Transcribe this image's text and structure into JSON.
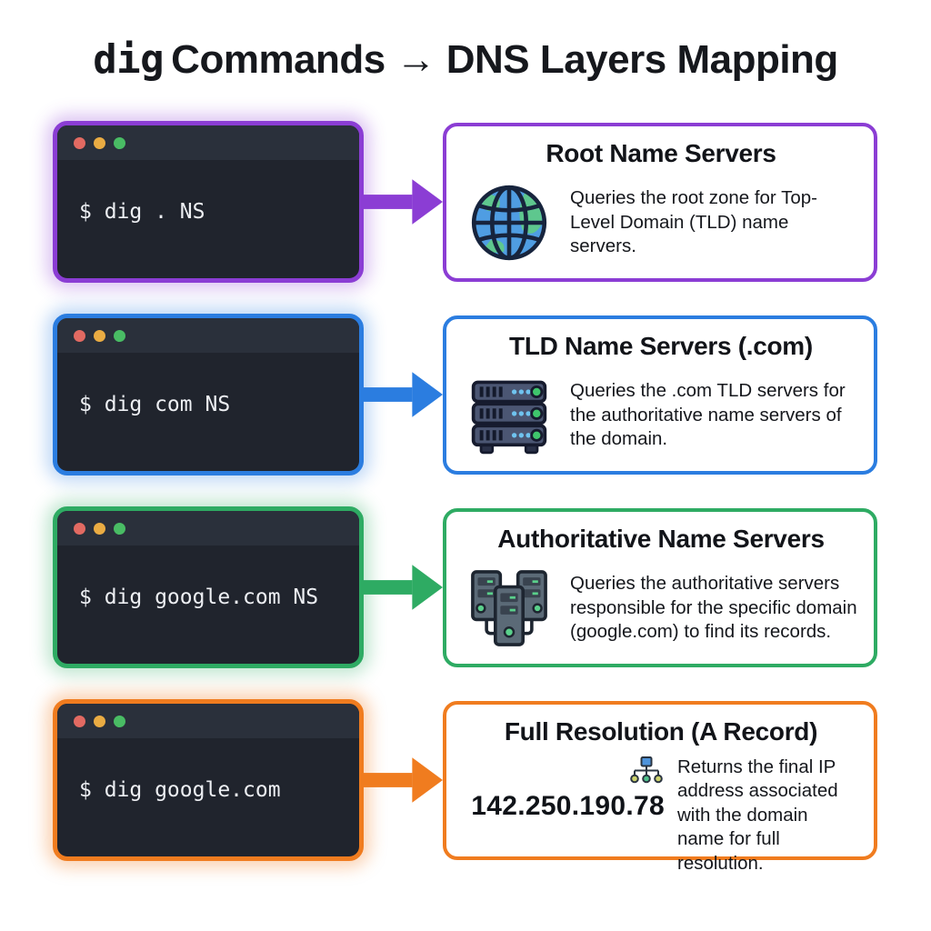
{
  "title": {
    "code": "dig",
    "rest": "Commands → DNS Layers Mapping"
  },
  "terminal": {
    "dot_colors": [
      "#e26a62",
      "#eaac43",
      "#49bc64"
    ]
  },
  "rows": [
    {
      "name": "root",
      "accent": "#8b3dd4",
      "glow": "rgba(139, 61, 212, 0.30)",
      "command": "$ dig . NS",
      "panel": {
        "title": "Root Name Servers",
        "icon": "globe-icon",
        "description": "Queries the root zone for Top-Level Domain (TLD) name servers."
      }
    },
    {
      "name": "tld",
      "accent": "#2b7de0",
      "glow": "rgba(43, 125, 224, 0.30)",
      "command": "$ dig com NS",
      "panel": {
        "title": "TLD Name Servers (.com)",
        "icon": "server-rack-icon",
        "description": "Queries the .com TLD servers for the authoritative name servers of the domain."
      }
    },
    {
      "name": "authoritative",
      "accent": "#2eab63",
      "glow": "rgba(46, 171, 99, 0.30)",
      "command": "$ dig google.com NS",
      "panel": {
        "title": "Authoritative Name Servers",
        "icon": "server-cluster-icon",
        "description": "Queries the authoritative servers responsible for the specific domain (google.com) to find its records."
      }
    },
    {
      "name": "resolution",
      "accent": "#f07c1f",
      "glow": "rgba(240, 124, 31, 0.35)",
      "command": "$ dig google.com",
      "panel": {
        "title": "Full Resolution (A Record)",
        "icon": "network-tree-icon",
        "ip_address": "142.250.190.78",
        "description": "Returns the final IP address associated with the domain name for full resolution."
      }
    }
  ]
}
